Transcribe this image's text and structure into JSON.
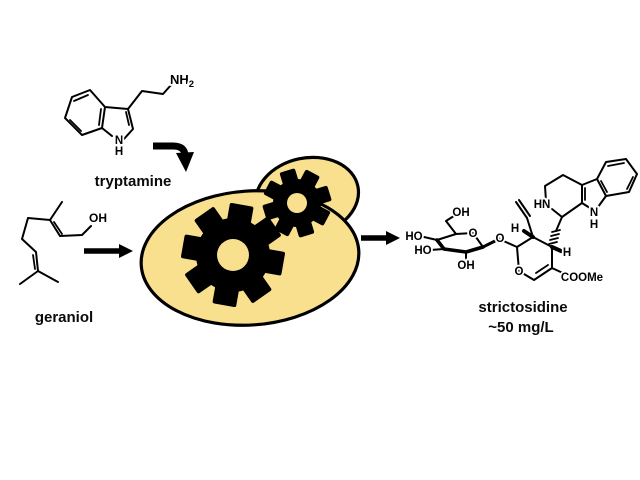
{
  "figure": {
    "colors": {
      "background": "#ffffff",
      "ink": "#000000",
      "cell_fill": "#f8e08e"
    }
  },
  "tryptamine": {
    "name_label": "tryptamine",
    "atoms": {
      "amine": "NH",
      "amine_sub": "2",
      "ring_n": "N",
      "ring_h": "H"
    }
  },
  "geraniol": {
    "name_label": "geraniol",
    "atoms": {
      "hydroxyl": "OH"
    }
  },
  "strictosidine": {
    "name_label": "strictosidine",
    "titer_label": "~50 mg/L",
    "atoms": {
      "glucose_ch2oh": "OH",
      "glucose_ho_upper": "HO",
      "glucose_ho_lower": "HO",
      "glucose_oh_bottom": "OH",
      "glucose_ring_o": "O",
      "glycosidic_o": "O",
      "pyran_o": "O",
      "stereo_h_left": "H",
      "stereo_h_right": "H",
      "ester": "COOMe",
      "secondary_amine": "HN",
      "indole_n": "N",
      "indole_h": "H"
    }
  }
}
